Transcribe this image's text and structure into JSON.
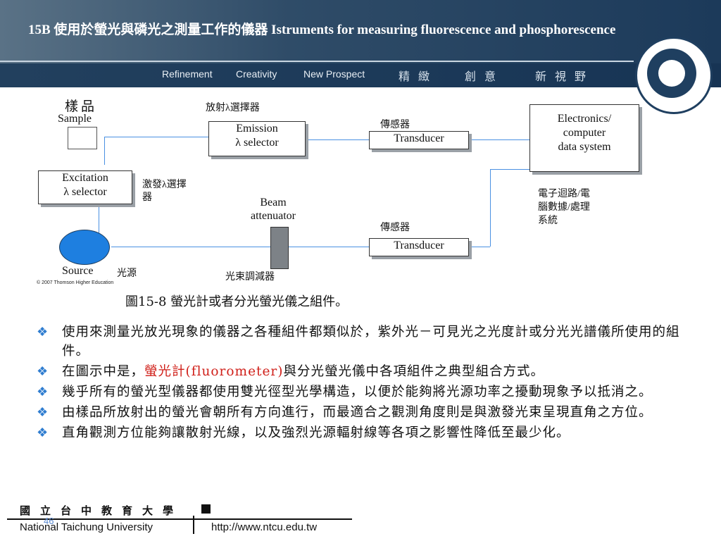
{
  "header": {
    "title": "15B 使用於螢光與磷光之測量工作的儀器 Istruments for measuring fluorescence and phosphorescence",
    "slogan_en": [
      "Refinement",
      "Creativity",
      "New Prospect"
    ],
    "slogan_cn": [
      "精緻",
      "創意",
      "新視野"
    ]
  },
  "diagram": {
    "sample_cn": "樣品",
    "sample_en": "Sample",
    "emission_cn": "放射λ選擇器",
    "emission_en": [
      "Emission",
      "λ selector"
    ],
    "transducer_cn_top": "傳感器",
    "transducer_top": "Transducer",
    "electronics": [
      "Electronics/",
      "computer",
      "data system"
    ],
    "excitation_en": [
      "Excitation",
      "λ selector"
    ],
    "excitation_cn": [
      "激發λ選擇",
      "器"
    ],
    "beam_en": [
      "Beam",
      "attenuator"
    ],
    "electronics_cn": [
      "電子迴路/電",
      "腦數據/處理",
      "系統"
    ],
    "transducer_cn_bottom": "傳感器",
    "transducer_bottom": "Transducer",
    "source_en": "Source",
    "source_cn": "光源",
    "attenuator_cn": "光束調減器",
    "copyright": "© 2007 Thomson Higher Education"
  },
  "caption": "圖15-8 螢光計或者分光螢光儀之組件。",
  "bullets": [
    {
      "pre": "使用來測量光放光現象的儀器之各種組件都類似於，紫外光－可見光之光度計或分光光譜儀所使用的組件。",
      "hl": "",
      "post": ""
    },
    {
      "pre": "在圖示中是，",
      "hl": "螢光計(fluorometer)",
      "post": "與分光螢光儀中各項組件之典型組合方式。"
    },
    {
      "pre": "幾乎所有的螢光型儀器都使用雙光徑型光學構造，以便於能夠將光源功率之擾動現象予以抵消之。",
      "hl": "",
      "post": ""
    },
    {
      "pre": "由樣品所放射出的螢光會朝所有方向進行，而最適合之觀測角度則是與激發光束呈現直角之方位。",
      "hl": "",
      "post": ""
    },
    {
      "pre": "直角觀測方位能夠讓散射光線，以及強烈光源輻射線等各項之影響性降低至最少化。",
      "hl": "",
      "post": ""
    }
  ],
  "footer": {
    "cn": "國立台中教育大學",
    "en": "National Taichung University",
    "url": "http://www.ntcu.edu.tw",
    "page": "46"
  }
}
